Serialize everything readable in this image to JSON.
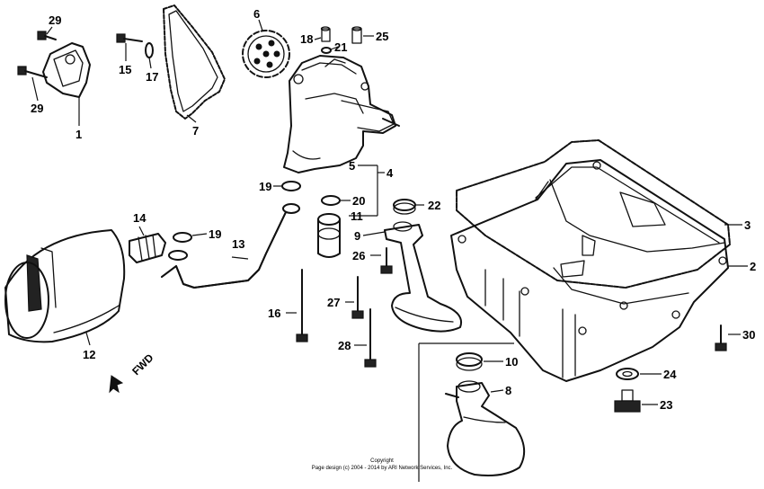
{
  "diagram": {
    "direction_label": "FWD",
    "copyright_line1": "Copyright",
    "copyright_line2": "Page design (c) 2004 - 2014 by ARI Network Services, Inc.",
    "callouts": {
      "c1": "1",
      "c2": "2",
      "c3": "3",
      "c4": "4",
      "c5": "5",
      "c6": "6",
      "c7": "7",
      "c8": "8",
      "c9": "9",
      "c10": "10",
      "c11": "11",
      "c12": "12",
      "c13": "13",
      "c14": "14",
      "c15": "15",
      "c16": "16",
      "c17": "17",
      "c18": "18",
      "c19a": "19",
      "c19b": "19",
      "c20": "20",
      "c21": "21",
      "c22": "22",
      "c23": "23",
      "c24": "24",
      "c25": "25",
      "c26": "26",
      "c27": "27",
      "c28": "28",
      "c29a": "29",
      "c29b": "29",
      "c30": "30"
    }
  }
}
